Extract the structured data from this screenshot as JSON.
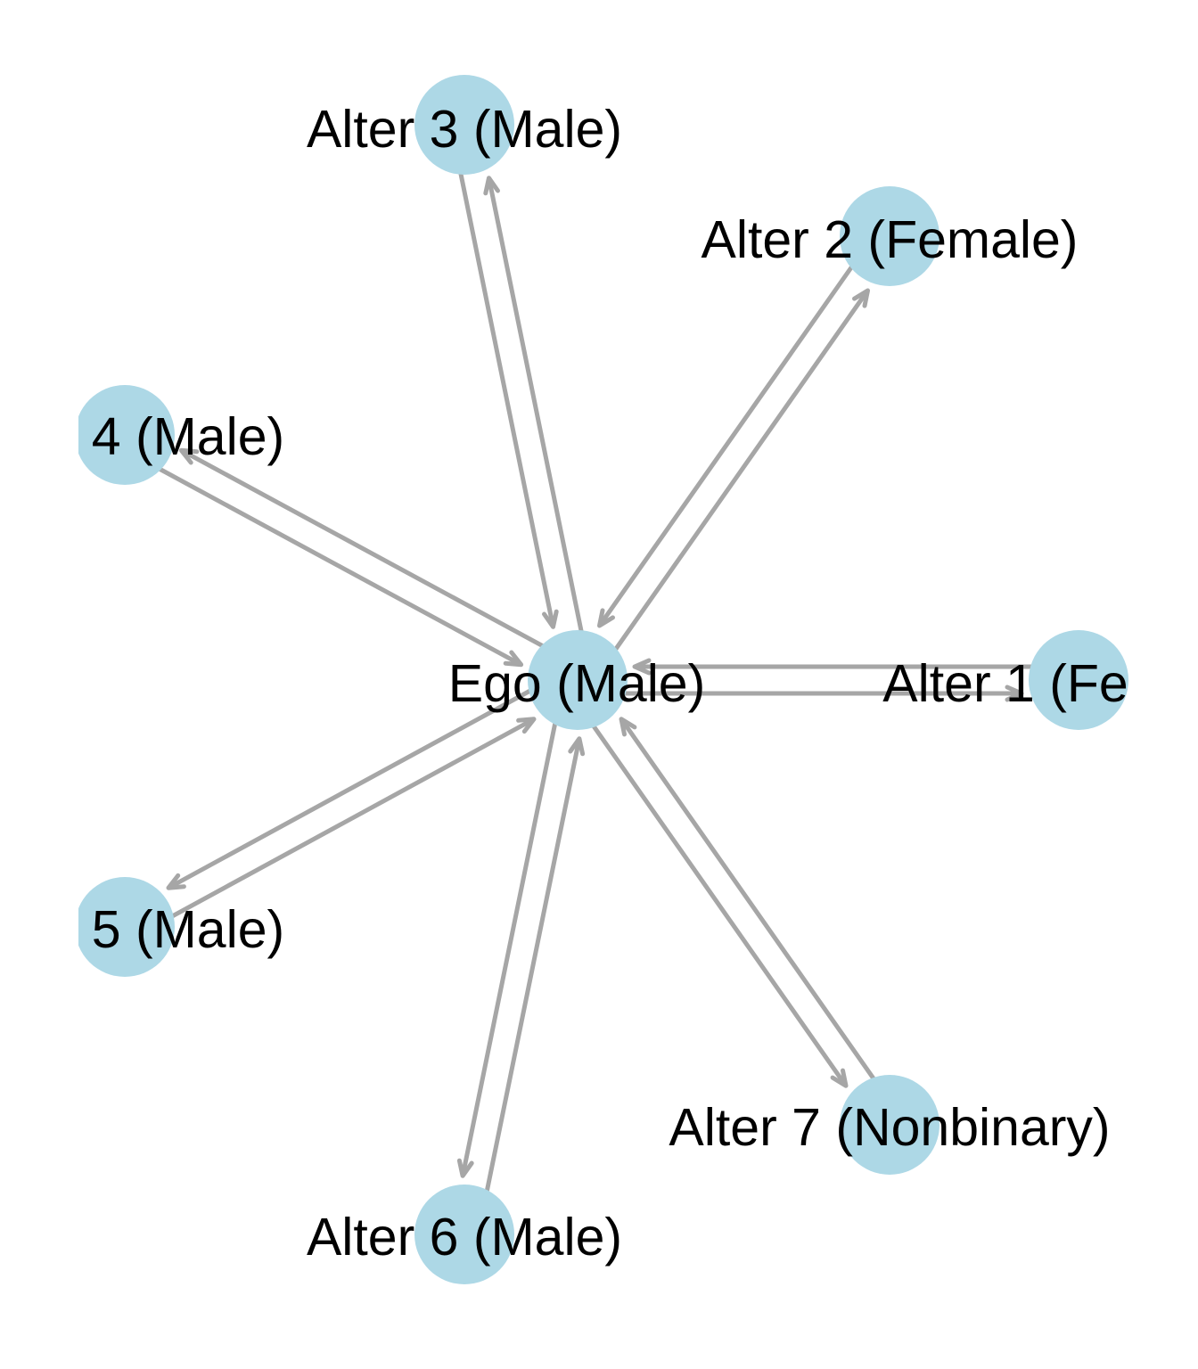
{
  "graph": {
    "node_color": "#add8e6",
    "edge_color": "#a6a6a6",
    "label_color": "#000000",
    "directed": true,
    "nodes": [
      {
        "id": "ego",
        "label": "Ego (Male)"
      },
      {
        "id": "alter1",
        "label": "Alter 1 (Fe"
      },
      {
        "id": "alter2",
        "label": "Alter 2 (Female)"
      },
      {
        "id": "alter3",
        "label": "Alter 3 (Male)"
      },
      {
        "id": "alter4",
        "label": "4 (Male)"
      },
      {
        "id": "alter5",
        "label": "5 (Male)"
      },
      {
        "id": "alter6",
        "label": "Alter 6 (Male)"
      },
      {
        "id": "alter7",
        "label": "Alter 7 (Nonbinary)"
      }
    ],
    "edges": [
      {
        "from": "ego",
        "to": "alter1"
      },
      {
        "from": "alter1",
        "to": "ego"
      },
      {
        "from": "ego",
        "to": "alter2"
      },
      {
        "from": "alter2",
        "to": "ego"
      },
      {
        "from": "ego",
        "to": "alter3"
      },
      {
        "from": "alter3",
        "to": "ego"
      },
      {
        "from": "ego",
        "to": "alter4"
      },
      {
        "from": "alter4",
        "to": "ego"
      },
      {
        "from": "ego",
        "to": "alter5"
      },
      {
        "from": "alter5",
        "to": "ego"
      },
      {
        "from": "ego",
        "to": "alter6"
      },
      {
        "from": "alter6",
        "to": "ego"
      },
      {
        "from": "ego",
        "to": "alter7"
      },
      {
        "from": "alter7",
        "to": "ego"
      }
    ]
  }
}
